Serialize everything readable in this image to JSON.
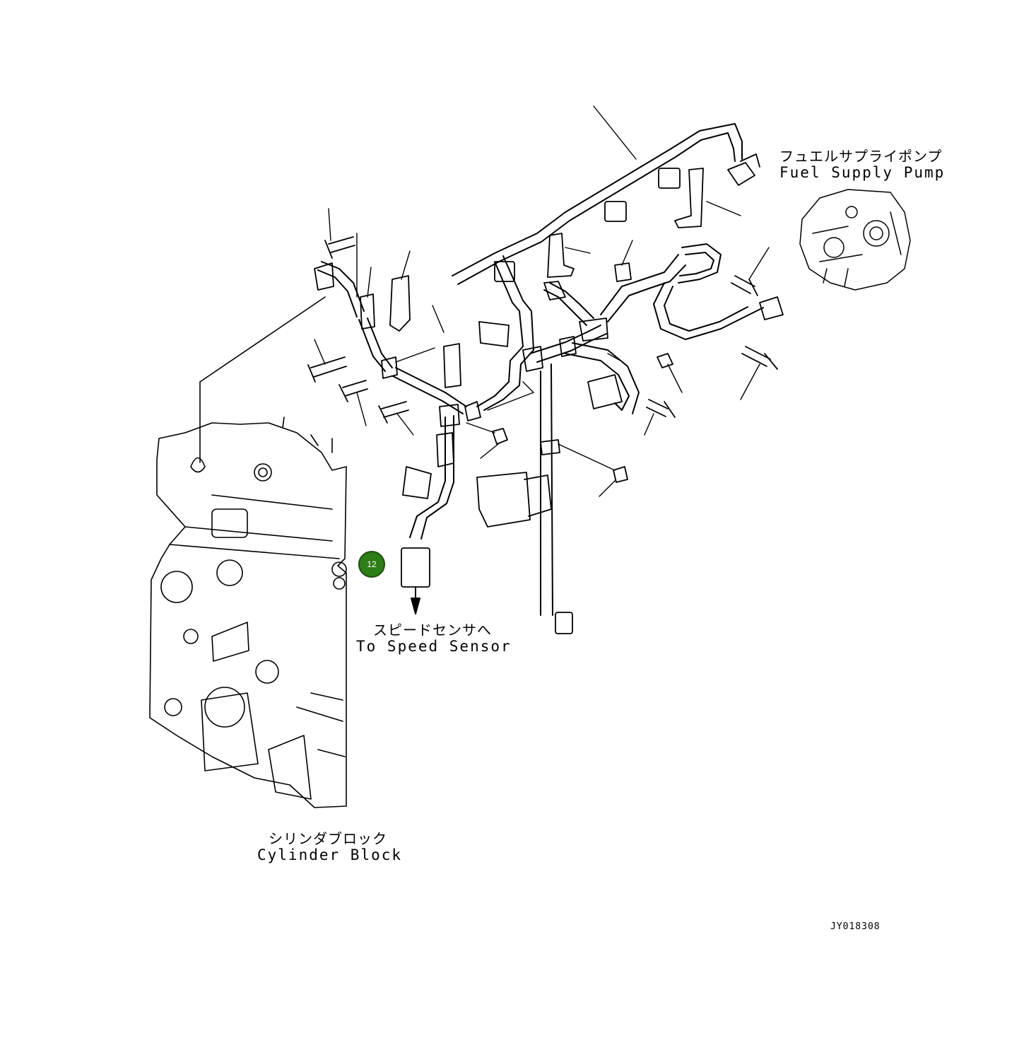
{
  "labels": {
    "fuel_supply_pump_jp": "フュエルサプライポンプ",
    "fuel_supply_pump_en": "Fuel Supply Pump",
    "speed_sensor_jp": "スピードセンサへ",
    "speed_sensor_en": "To Speed Sensor",
    "cylinder_block_jp": "シリンダブロック",
    "cylinder_block_en": "Cylinder Block",
    "drawing_number": "JY018308"
  },
  "callouts": [
    {
      "number": "12",
      "color": "#2e7d16"
    }
  ],
  "colors": {
    "line": "#000000",
    "callout_fill": "#2e7d16"
  }
}
